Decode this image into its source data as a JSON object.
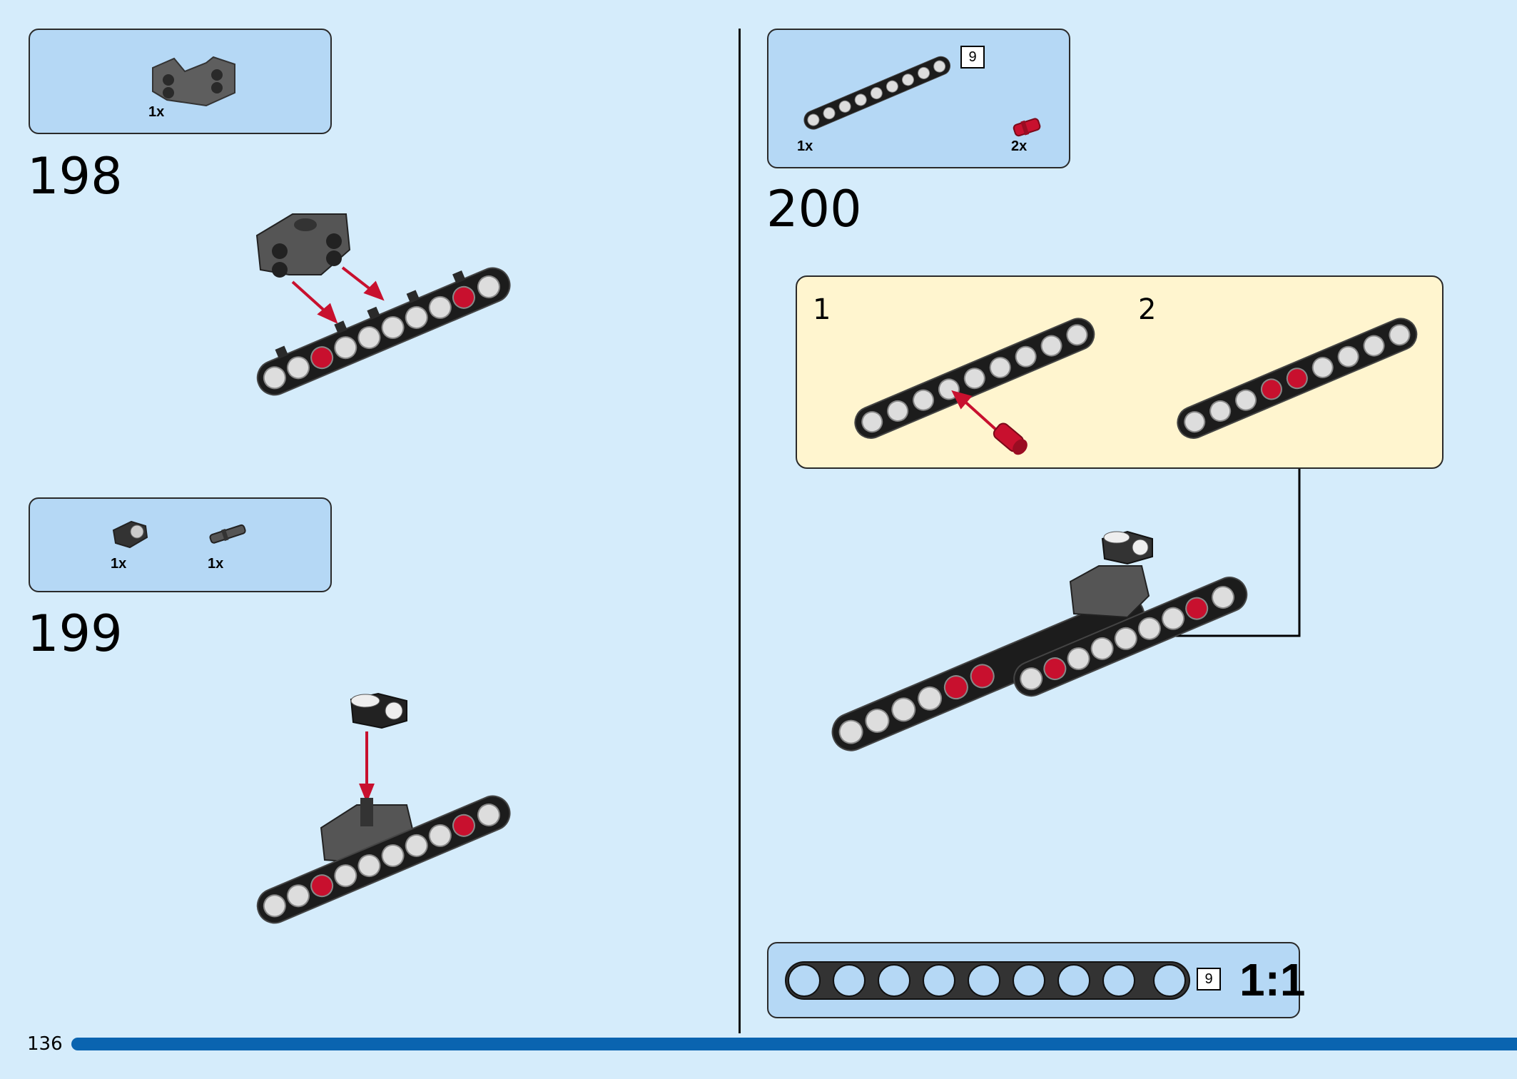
{
  "page": {
    "number": "136"
  },
  "steps": [
    {
      "number": "198",
      "parts": [
        {
          "qty": "1x"
        }
      ]
    },
    {
      "number": "199",
      "parts": [
        {
          "qty": "1x"
        },
        {
          "qty": "1x"
        }
      ]
    },
    {
      "number": "200",
      "parts": [
        {
          "qty": "1x",
          "length": "9"
        },
        {
          "qty": "2x"
        }
      ],
      "substeps": [
        {
          "number": "1"
        },
        {
          "number": "2"
        }
      ]
    }
  ],
  "scale_ruler": {
    "length": "9",
    "label": "1:1"
  },
  "colors": {
    "background": "#d5ecfb",
    "parts_box": "#b5d8f5",
    "substep_box": "#fff5cf",
    "page_bar": "#0a64b0",
    "arrow": "#c8102e"
  }
}
